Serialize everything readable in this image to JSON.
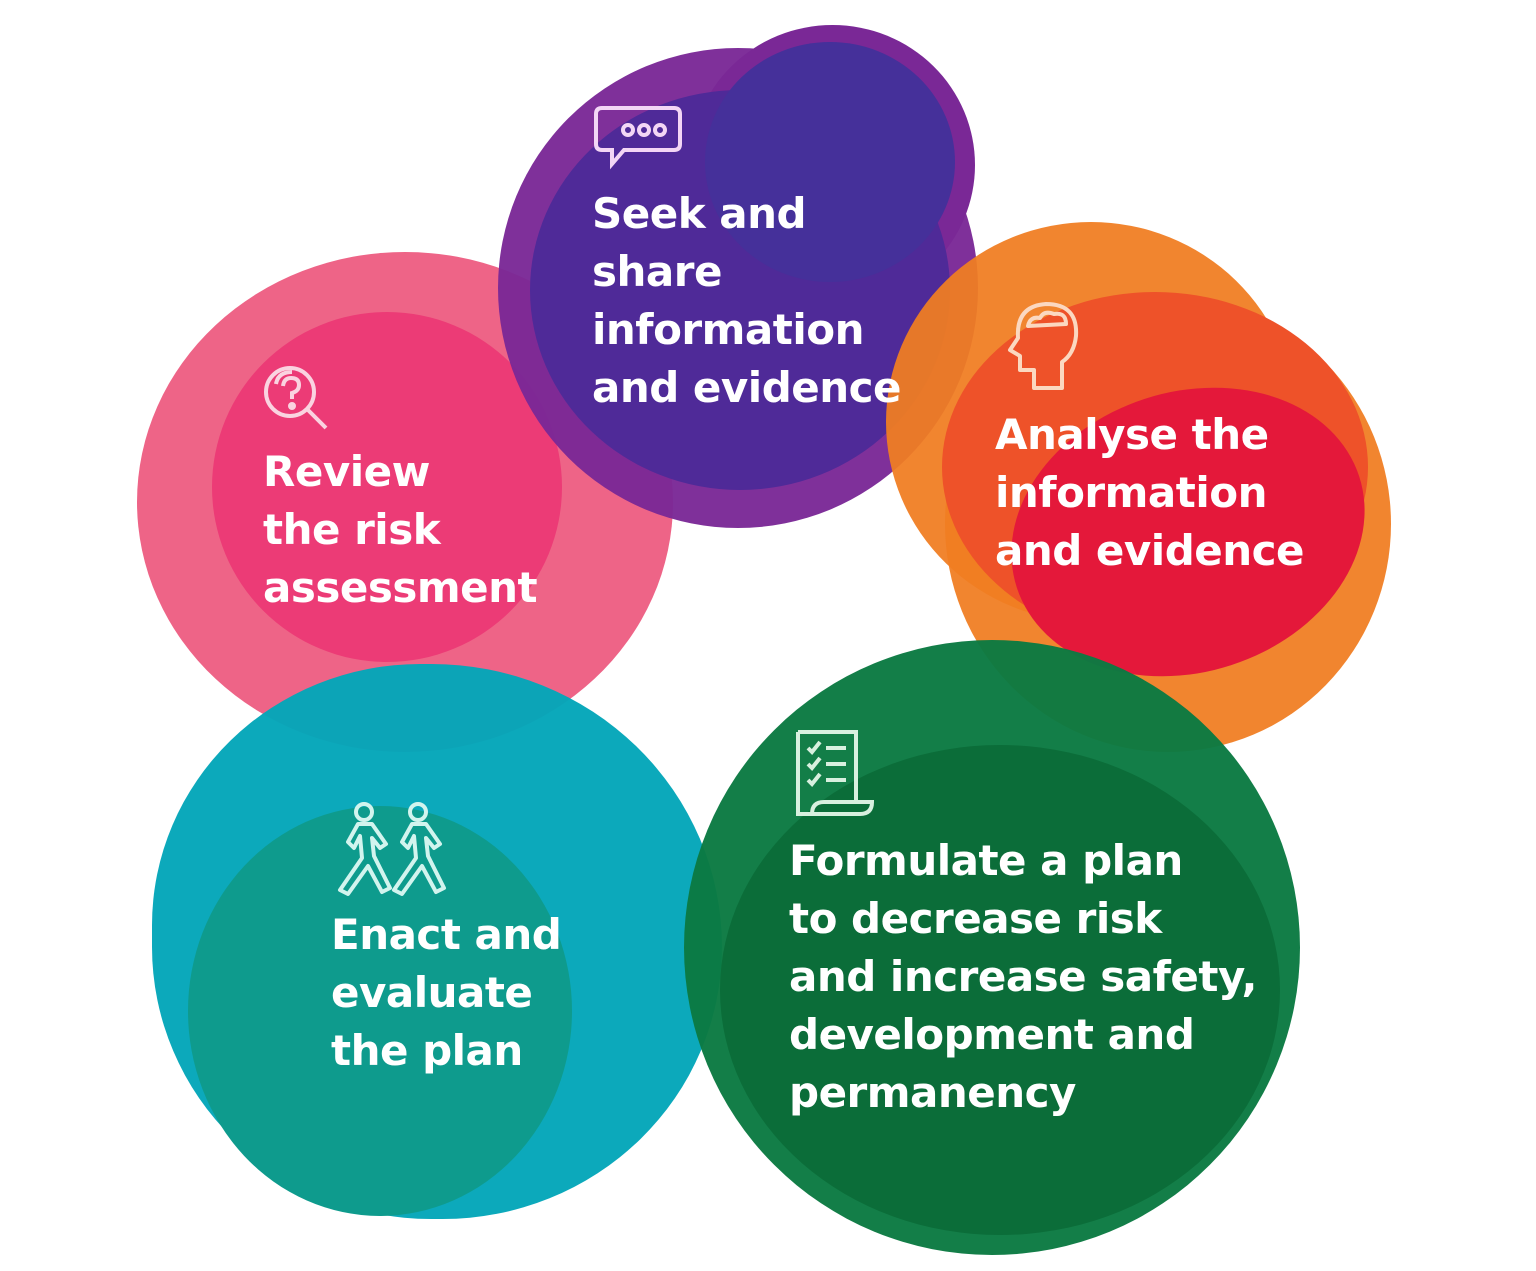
{
  "diagram": {
    "type": "cycle",
    "steps": [
      {
        "id": "seek",
        "icon": "speech-bubble-icon",
        "lines": [
          "Seek and",
          "share",
          "information",
          "and evidence"
        ],
        "colors": {
          "outer": "#7B2895",
          "inner": "#4E2A96"
        }
      },
      {
        "id": "analyse",
        "icon": "head-brain-icon",
        "lines": [
          "Analyse the",
          "information",
          "and evidence"
        ],
        "colors": {
          "outer": "#F07D22",
          "inner": "#EE5128",
          "core": "#E5193A"
        }
      },
      {
        "id": "formulate",
        "icon": "checklist-document-icon",
        "lines": [
          "Formulate a plan",
          "to decrease risk",
          "and increase safety,",
          "development and",
          "permanency"
        ],
        "colors": {
          "outer": "#0B7A42",
          "inner": "#0B6E3A"
        }
      },
      {
        "id": "enact",
        "icon": "walking-people-icon",
        "lines": [
          "Enact and",
          "evaluate",
          "the plan"
        ],
        "colors": {
          "outer": "#06A7B8",
          "inner": "#10998A"
        }
      },
      {
        "id": "review",
        "icon": "magnifier-question-icon",
        "lines": [
          "Review",
          "the risk",
          "assessment"
        ],
        "colors": {
          "outer": "#EE6286",
          "inner": "#EC3A75"
        }
      }
    ]
  }
}
